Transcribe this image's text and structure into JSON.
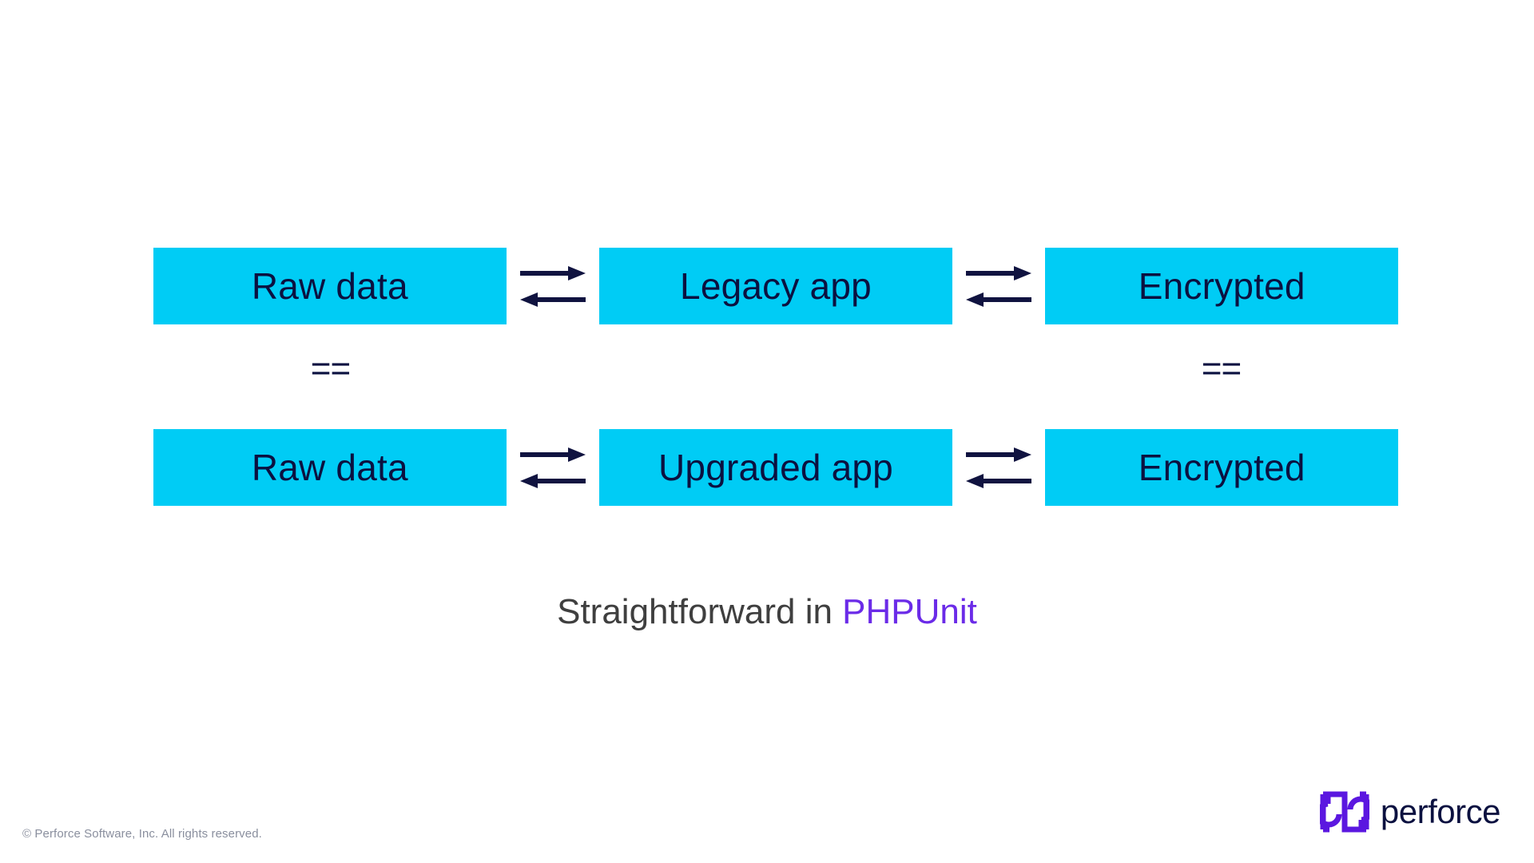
{
  "slide": {
    "background_color": "#FFFFFF",
    "caption": {
      "lead_text": "Straightforward in ",
      "highlight_text": "PHPUnit",
      "lead_color": "#3F3F3F",
      "highlight_color": "#6B2BE8"
    }
  },
  "diagram": {
    "node_fill_color": "#00CCF5",
    "node_text_color": "#0B1140",
    "connector_color": "#101340",
    "equality_symbol": "==",
    "rows": [
      {
        "id": "legacy-flow",
        "nodes": [
          {
            "label": "Raw data"
          },
          {
            "label": "Legacy app"
          },
          {
            "label": "Encrypted"
          }
        ],
        "connectors": [
          {
            "top_arrow_direction": "right",
            "bottom_arrow_direction": "left"
          },
          {
            "top_arrow_direction": "right",
            "bottom_arrow_direction": "left"
          }
        ]
      },
      {
        "id": "upgraded-flow",
        "nodes": [
          {
            "label": "Raw data"
          },
          {
            "label": "Upgraded app"
          },
          {
            "label": "Encrypted"
          }
        ],
        "connectors": [
          {
            "top_arrow_direction": "right",
            "bottom_arrow_direction": "left"
          },
          {
            "top_arrow_direction": "right",
            "bottom_arrow_direction": "left"
          }
        ]
      }
    ],
    "equality_markers": [
      {
        "position": "left",
        "symbol": "=="
      },
      {
        "position": "right",
        "symbol": "=="
      }
    ]
  },
  "footer": {
    "copyright": "© Perforce Software, Inc. All rights reserved.",
    "copyright_color": "#8A8F9E",
    "brand_name": "perforce",
    "brand_mark_color": "#5B17E0",
    "brand_name_color": "#0B1140"
  }
}
